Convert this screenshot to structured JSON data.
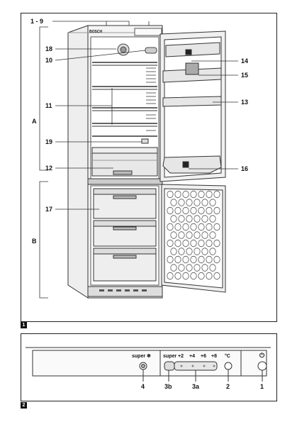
{
  "figure1": {
    "number": "1",
    "brand": "BOSCH",
    "callouts": {
      "c1_9": "1 - 9",
      "c18": "18",
      "c10": "10",
      "c11": "11",
      "c19": "19",
      "c12": "12",
      "c17": "17",
      "c14": "14",
      "c15": "15",
      "c13": "13",
      "c16": "16",
      "zoneA": "A",
      "zoneB": "B"
    }
  },
  "figure2": {
    "number": "2",
    "super_freezer_label": "super ❄",
    "super_fridge_label": "super",
    "temp_steps": [
      "+2",
      "+4",
      "+6",
      "+8"
    ],
    "unit_label": "°C",
    "power_symbol": "⏻",
    "callouts": {
      "c4": "4",
      "c3b": "3b",
      "c3a": "3a",
      "c2": "2",
      "c1": "1"
    }
  }
}
